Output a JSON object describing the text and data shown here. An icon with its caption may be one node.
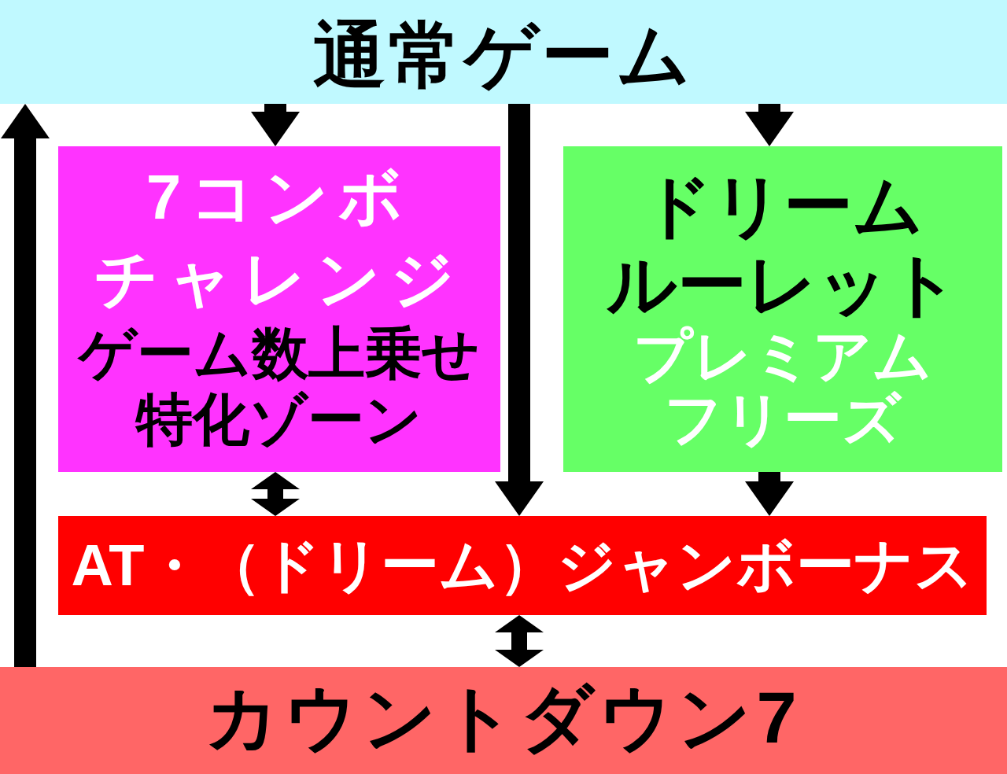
{
  "diagram": {
    "nodes": [
      {
        "text": [
          "通常ゲーム"
        ]
      },
      {
        "text": [
          "7コンボチャレンジ",
          "ゲーム数上乗せ特化ゾーン"
        ]
      },
      {
        "text": [
          "ドリームルーレット",
          "プレミアムフリーズ"
        ]
      },
      {
        "text": [
          "AT・（ドリーム）ジャンボーナス"
        ]
      },
      {
        "text": [
          "カウントダウン7"
        ]
      }
    ],
    "edges": [
      {
        "from": 0,
        "to": 1,
        "arrow": "to"
      },
      {
        "from": 0,
        "to": 3,
        "arrow": "to"
      },
      {
        "from": 0,
        "to": 2,
        "arrow": "to"
      },
      {
        "from": 1,
        "to": 3,
        "arrow": "both"
      },
      {
        "from": 2,
        "to": 3,
        "arrow": "to"
      },
      {
        "from": 3,
        "to": 4,
        "arrow": "both"
      },
      {
        "from": 4,
        "to": 0,
        "arrow": "to"
      }
    ]
  }
}
